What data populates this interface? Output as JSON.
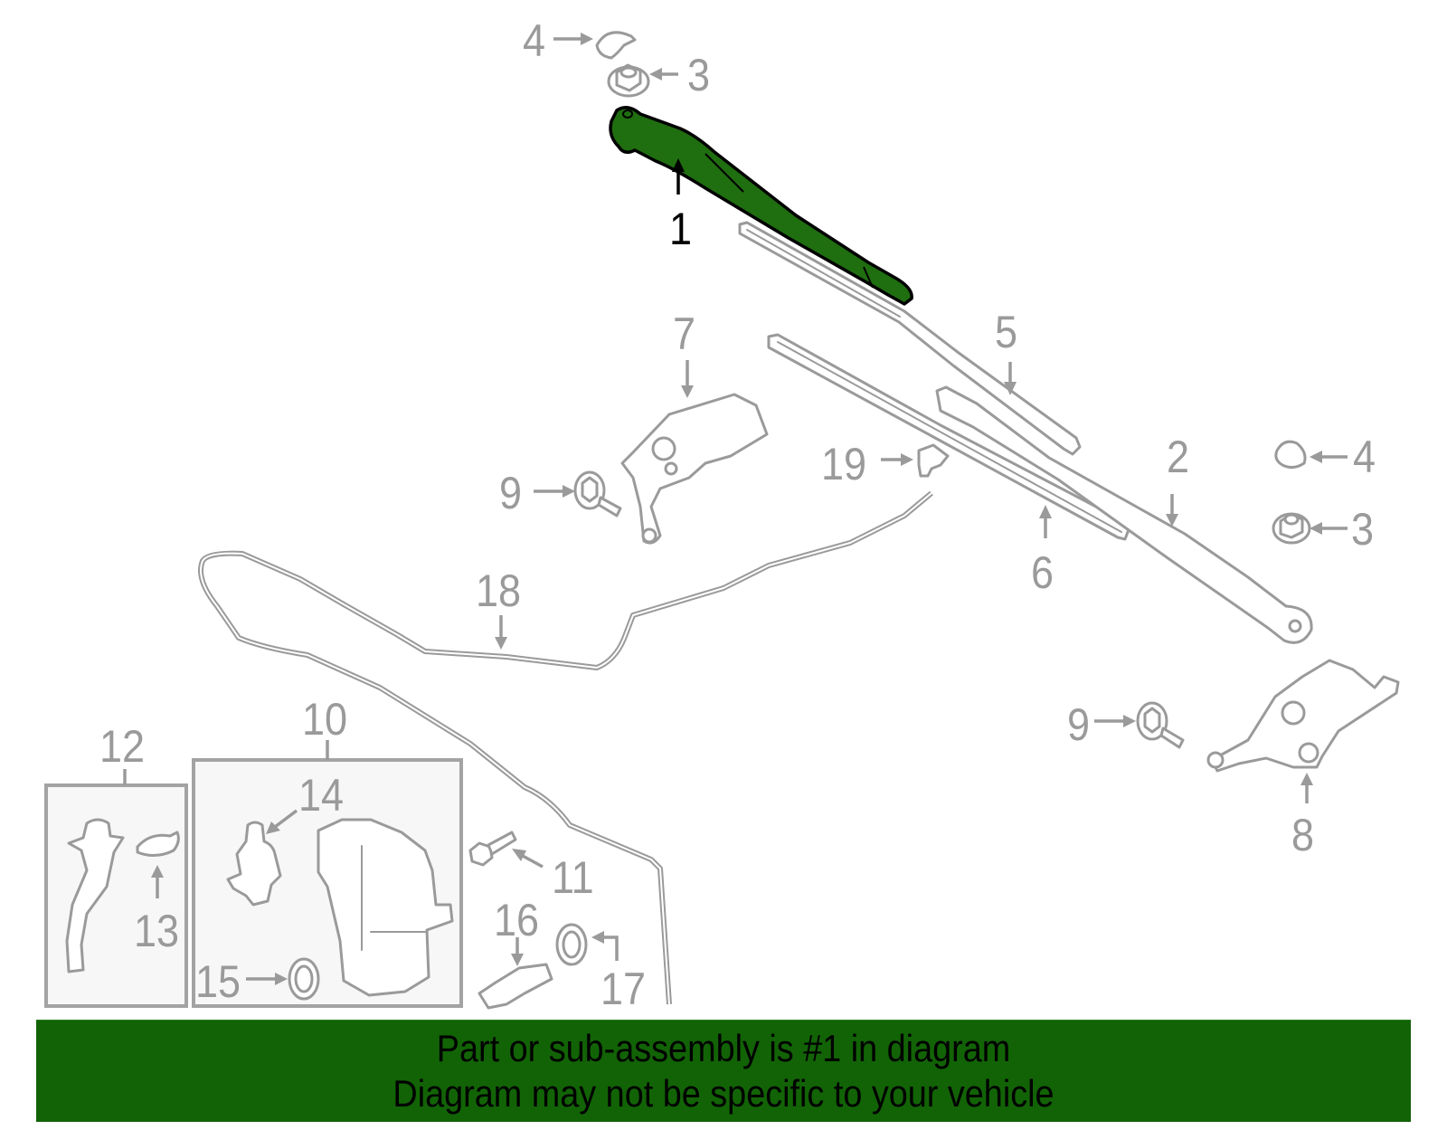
{
  "diagram": {
    "title": "Windshield wiper system exploded parts diagram",
    "highlight_color": "#1f6e10",
    "line_color": "#9a9a9a",
    "highlighted_part": "1",
    "callouts": [
      {
        "id": "c1",
        "label": "1",
        "part": "wiper-arm",
        "highlighted": true
      },
      {
        "id": "c2",
        "label": "2",
        "part": "wiper-arm-passenger"
      },
      {
        "id": "c3a",
        "label": "3",
        "part": "nut"
      },
      {
        "id": "c3b",
        "label": "3",
        "part": "nut"
      },
      {
        "id": "c4a",
        "label": "4",
        "part": "nut-cap"
      },
      {
        "id": "c4b",
        "label": "4",
        "part": "nut-cap"
      },
      {
        "id": "c5",
        "label": "5",
        "part": "wiper-blade"
      },
      {
        "id": "c6",
        "label": "6",
        "part": "wiper-blade"
      },
      {
        "id": "c7",
        "label": "7",
        "part": "wiper-motor"
      },
      {
        "id": "c8",
        "label": "8",
        "part": "wiper-linkage-motor"
      },
      {
        "id": "c9a",
        "label": "9",
        "part": "bolt"
      },
      {
        "id": "c9b",
        "label": "9",
        "part": "bolt"
      },
      {
        "id": "c10",
        "label": "10",
        "part": "washer-reservoir-assembly"
      },
      {
        "id": "c11",
        "label": "11",
        "part": "bolt"
      },
      {
        "id": "c12",
        "label": "12",
        "part": "filler-neck-assembly"
      },
      {
        "id": "c13",
        "label": "13",
        "part": "filler-cap"
      },
      {
        "id": "c14",
        "label": "14",
        "part": "washer-pump"
      },
      {
        "id": "c15",
        "label": "15",
        "part": "grommet"
      },
      {
        "id": "c16",
        "label": "16",
        "part": "level-sensor"
      },
      {
        "id": "c17",
        "label": "17",
        "part": "grommet"
      },
      {
        "id": "c18",
        "label": "18",
        "part": "washer-hose"
      },
      {
        "id": "c19",
        "label": "19",
        "part": "washer-nozzle"
      }
    ]
  },
  "banner": {
    "background": "#126306",
    "line1": "Part or sub-assembly is #1 in diagram",
    "line2": "Diagram may not be specific to your vehicle"
  }
}
